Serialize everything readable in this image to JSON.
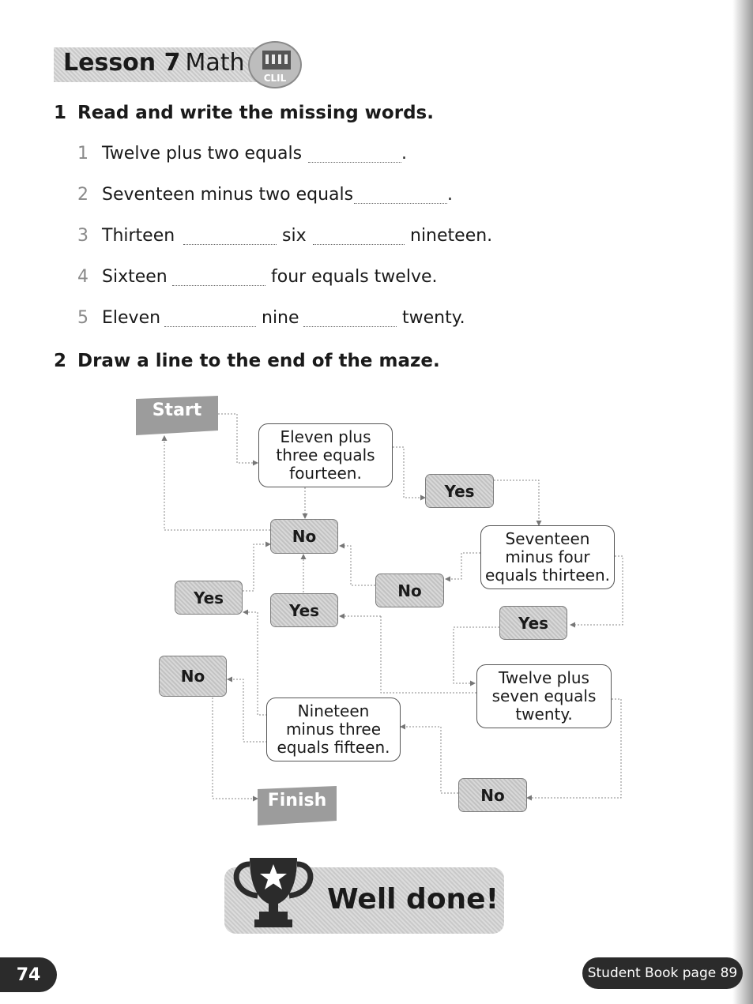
{
  "lesson": {
    "label": "Lesson 7",
    "subject": "Math",
    "badge": "CLIL"
  },
  "exercise1": {
    "number": "1",
    "instruction": "Read and write the missing words.",
    "items": [
      {
        "num": "1",
        "p1": "Twelve plus two equals",
        "end": "."
      },
      {
        "num": "2",
        "p1": "Seventeen minus two equals",
        "end": "."
      },
      {
        "num": "3",
        "p1": "Thirteen",
        "p2": "six",
        "p3": "nineteen."
      },
      {
        "num": "4",
        "p1": "Sixteen",
        "p2": "four equals twelve."
      },
      {
        "num": "5",
        "p1": "Eleven",
        "p2": "nine",
        "p3": "twenty."
      }
    ]
  },
  "exercise2": {
    "number": "2",
    "instruction": "Draw a line to the end of the maze.",
    "maze": {
      "start": "Start",
      "finish": "Finish",
      "statements": [
        [
          "Eleven plus",
          "three equals",
          "fourteen."
        ],
        [
          "Seventeen",
          "minus four",
          "equals thirteen."
        ],
        [
          "Twelve plus",
          "seven equals",
          "twenty."
        ],
        [
          "Nineteen",
          "minus three",
          "equals fifteen."
        ]
      ],
      "yes": "Yes",
      "no": "No"
    }
  },
  "well_done": "Well done!",
  "footer": {
    "page_number": "74",
    "student_book_ref": "Student Book page 89"
  }
}
